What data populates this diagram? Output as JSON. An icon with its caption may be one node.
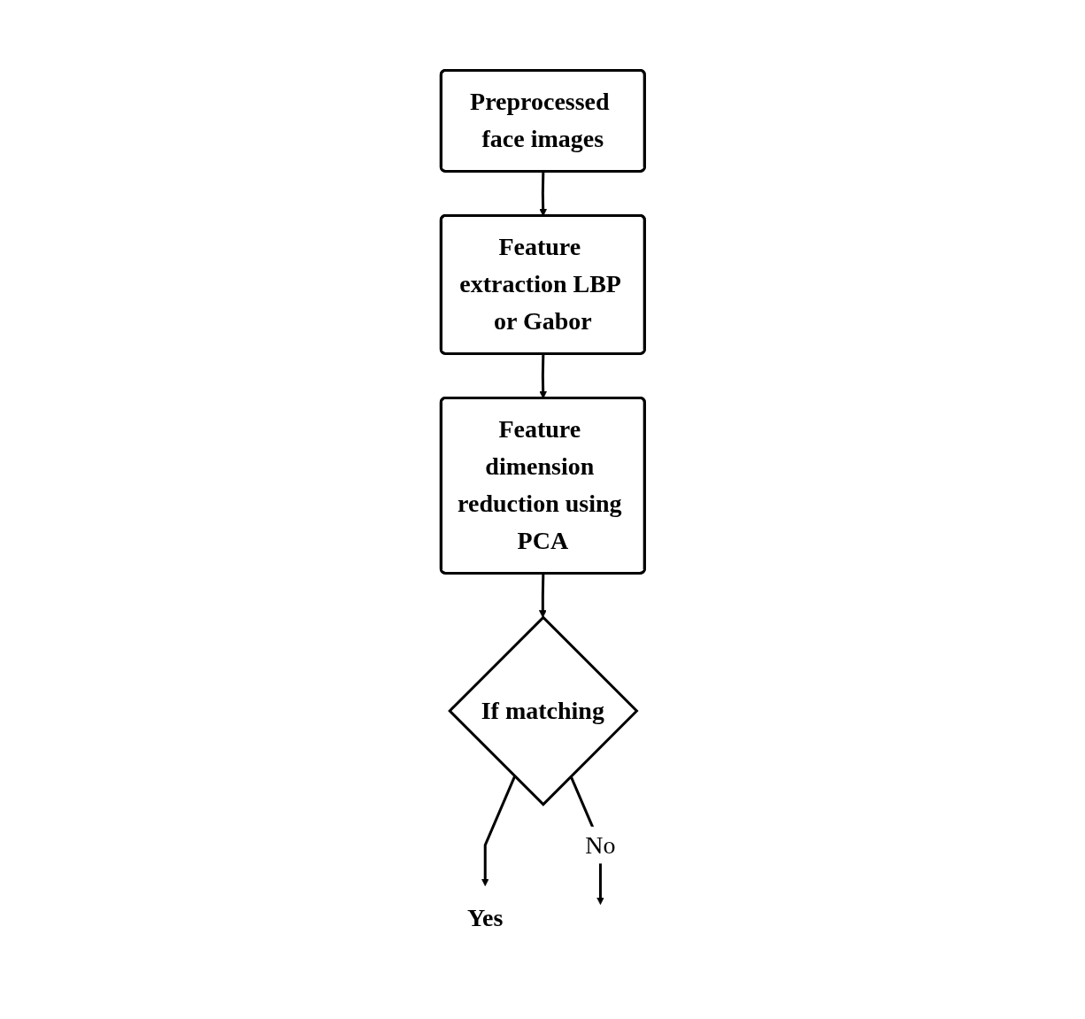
{
  "diagram": {
    "nodes": [
      {
        "text": [
          "Preprocessed face images"
        ]
      },
      {
        "text": [
          "Feature extraction LBP or Gabor"
        ]
      },
      {
        "text": [
          "Feature dimension reduction using PCA"
        ]
      },
      {
        "text": [
          "If matching"
        ]
      },
      {
        "text": [
          "Yes"
        ]
      }
    ],
    "edges": [
      {
        "from": 0,
        "to": 1,
        "arrow": "to"
      },
      {
        "from": 1,
        "to": 2,
        "arrow": "to"
      },
      {
        "from": 2,
        "to": 3,
        "arrow": "to"
      },
      {
        "from": 3,
        "to": 4,
        "arrow": "to"
      },
      {
        "from": 3,
        "to": null,
        "label": "No",
        "arrow": "to"
      }
    ]
  }
}
